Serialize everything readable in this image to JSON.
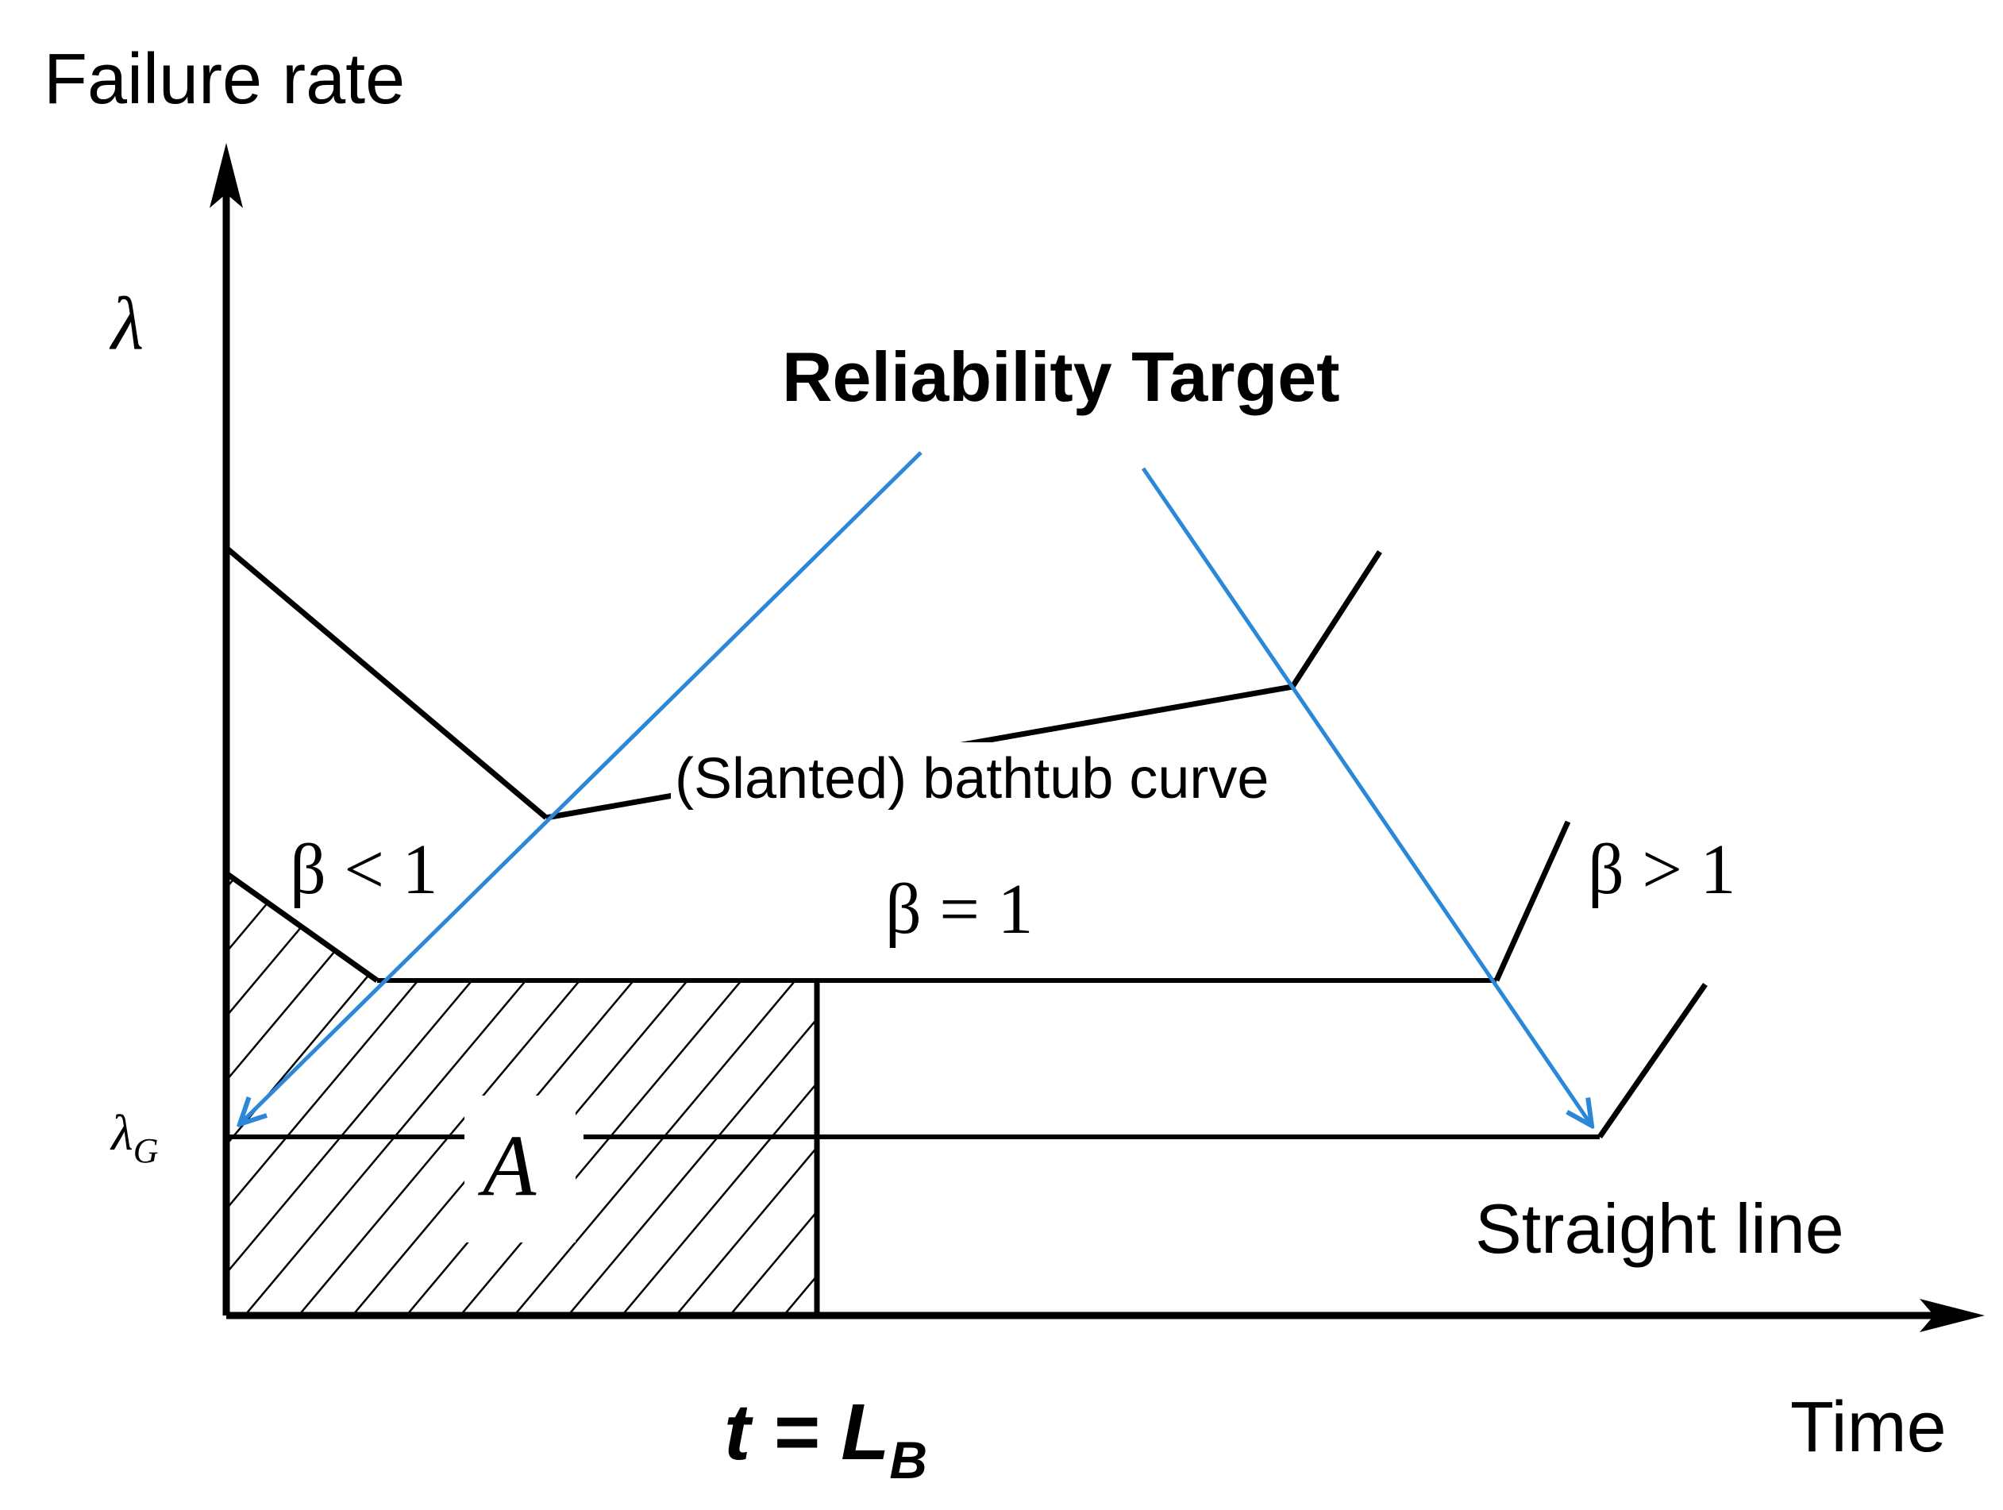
{
  "labels": {
    "y_axis_title": "Failure rate",
    "x_axis_title": "Time",
    "lambda_symbol": "λ",
    "lambda_g_main": "λ",
    "lambda_g_sub": "G",
    "reliability_target": "Reliability Target",
    "bathtub_curve": "(Slanted) bathtub curve",
    "beta_less": "β < 1",
    "beta_equal": "β = 1",
    "beta_greater": "β > 1",
    "straight_line": "Straight line",
    "area": "A",
    "t_lb_main": "t = L",
    "t_lb_sub": "B"
  },
  "colors": {
    "curve": "#000000",
    "target_arrow": "#2b88d8",
    "background": "#ffffff"
  }
}
